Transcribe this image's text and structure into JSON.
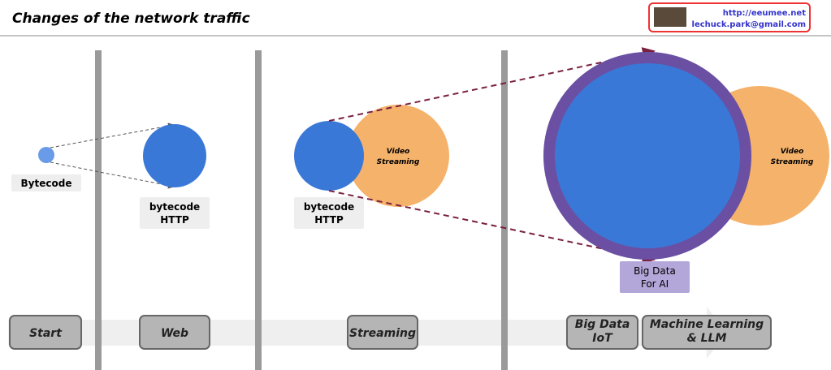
{
  "title": "Changes of the network traffic",
  "contact": {
    "url": "http://eeumee.net",
    "email": "lechuck.park@gmail.com"
  },
  "labels": {
    "bytecode": "Bytecode",
    "bytecode_http": [
      "bytecode",
      "HTTP"
    ],
    "video_streaming": [
      "Video",
      "Streaming"
    ],
    "big_data_ai": [
      "Big Data",
      "For AI"
    ]
  },
  "stages": [
    {
      "lines": [
        "Start"
      ]
    },
    {
      "lines": [
        "Web"
      ]
    },
    {
      "lines": [
        "Streaming"
      ]
    },
    {
      "lines": [
        "Big Data",
        "IoT"
      ]
    },
    {
      "lines": [
        "Machine Learning",
        "& LLM"
      ]
    }
  ],
  "colors": {
    "blue": "#3a78d8",
    "orange": "#f5b26b",
    "purple": "#6a4fa3",
    "arrow": "#7a2040",
    "divider": "#9a9a9a"
  }
}
